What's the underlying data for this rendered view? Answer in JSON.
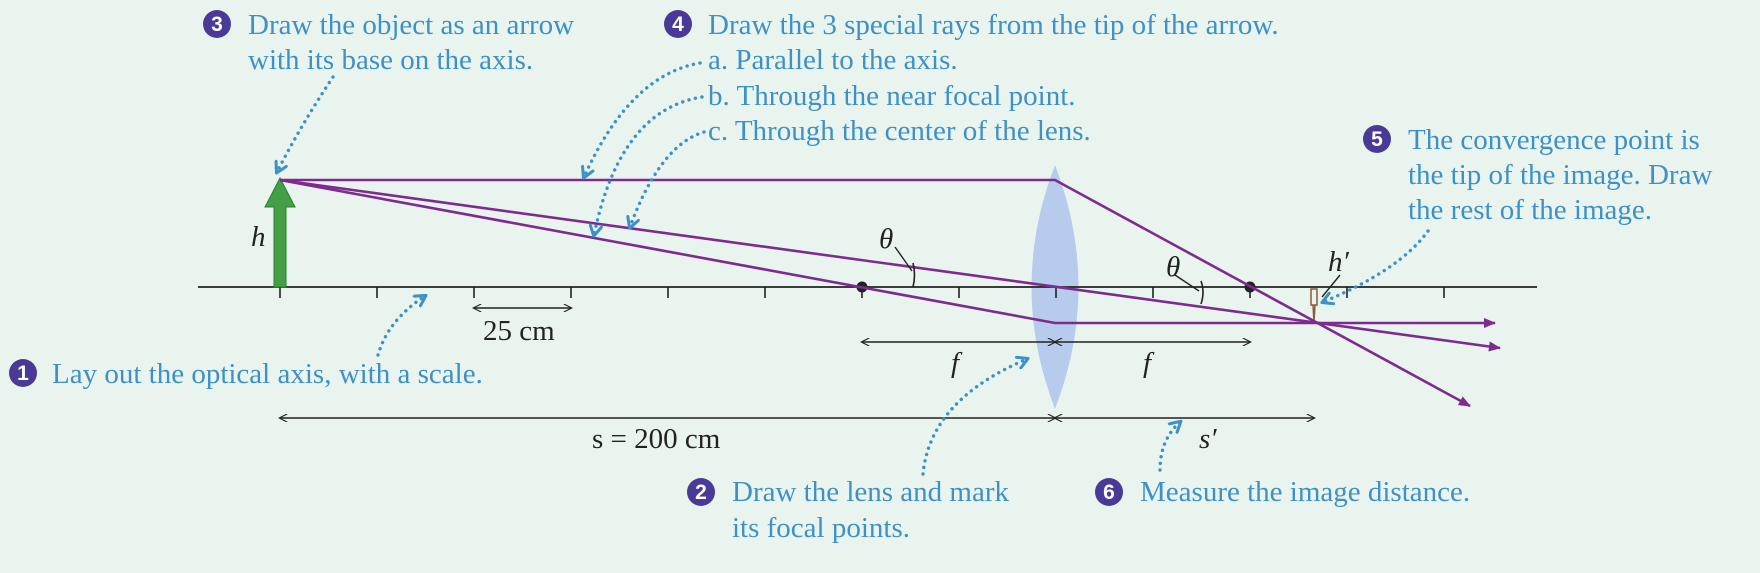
{
  "colors": {
    "background": "#eaf4ef",
    "callout_text": "#3d91c6",
    "step_badge": "#4a3a98",
    "ray": "#7e2b8f",
    "object_arrow": "#43a047",
    "lens": "#b7ccec",
    "callout_arrow": "#3d91c6",
    "axis": "#222222"
  },
  "steps": [
    {
      "number": "1",
      "lines": [
        "Lay out the optical axis, with a scale."
      ]
    },
    {
      "number": "2",
      "lines": [
        "Draw the lens and mark",
        "its focal points."
      ]
    },
    {
      "number": "3",
      "lines": [
        "Draw the object as an arrow",
        "with its base on the axis."
      ]
    },
    {
      "number": "4",
      "lines": [
        "Draw the 3 special rays from the tip of the arrow.",
        "a. Parallel to the axis.",
        "b. Through the near focal point.",
        "c. Through the center of the lens."
      ]
    },
    {
      "number": "5",
      "lines": [
        "The convergence point is",
        "the tip of the image. Draw",
        "the rest of the image."
      ]
    },
    {
      "number": "6",
      "lines": [
        "Measure the image distance."
      ]
    }
  ],
  "labels": {
    "object_height": "h",
    "image_height": "h′",
    "angle_1": "θ",
    "angle_2": "θ",
    "scale": "25 cm",
    "focal_left": "f",
    "focal_right": "f",
    "object_distance": "s = 200 cm",
    "image_distance": "s′"
  },
  "icons": {
    "object": "object-arrow-icon",
    "image": "image-arrow-icon",
    "lens": "converging-lens-icon",
    "focal_point": "focal-point-icon"
  }
}
